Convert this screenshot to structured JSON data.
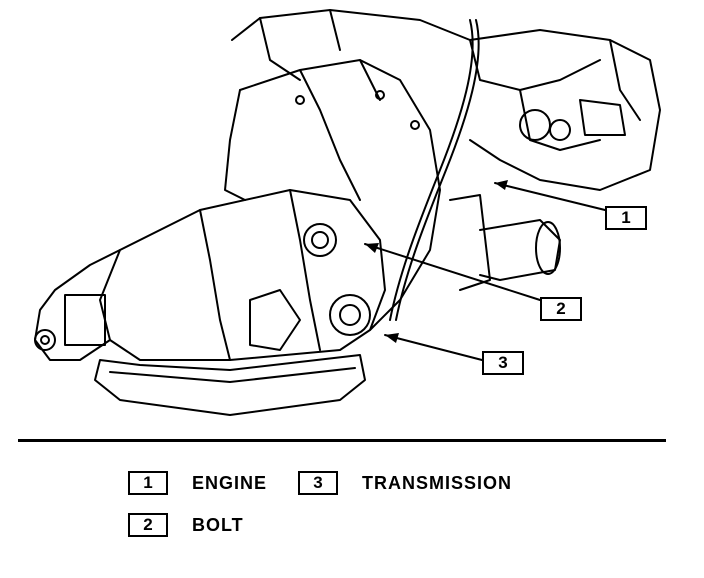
{
  "callouts": [
    {
      "number": "1"
    },
    {
      "number": "2"
    },
    {
      "number": "3"
    }
  ],
  "legend": [
    {
      "number": "1",
      "label": "ENGINE"
    },
    {
      "number": "3",
      "label": "TRANSMISSION"
    },
    {
      "number": "2",
      "label": "BOLT"
    }
  ],
  "colors": {
    "ink": "#000000",
    "paper": "#ffffff"
  }
}
